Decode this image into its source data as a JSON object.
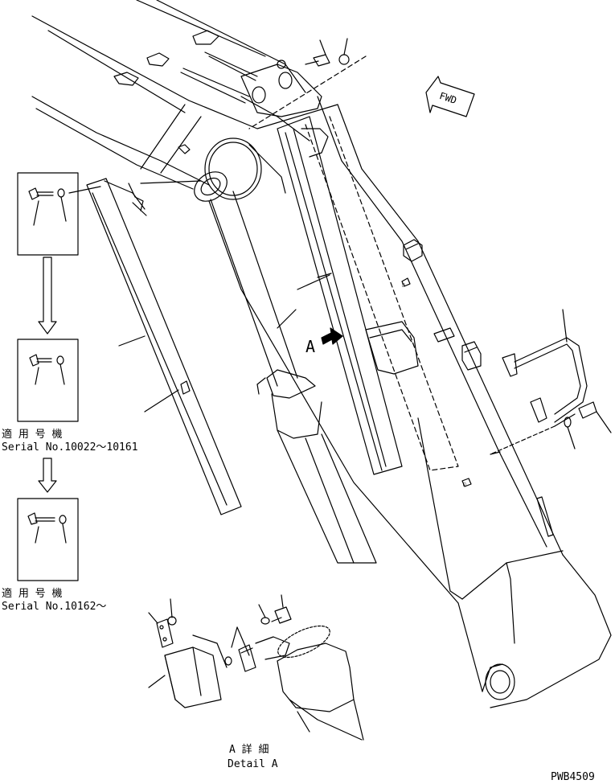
{
  "drawing_id": "PWB4509",
  "fwd_label": "FWD",
  "callout_letter": "A",
  "serial_ranges": [
    {
      "applicable_label": "適 用 号 機",
      "serial": "Serial No.10022～10161"
    },
    {
      "applicable_label": "適 用 号 機",
      "serial": "Serial No.10162～"
    }
  ],
  "detail": {
    "title_jp": "A 詳 細",
    "title_en": "Detail A"
  }
}
